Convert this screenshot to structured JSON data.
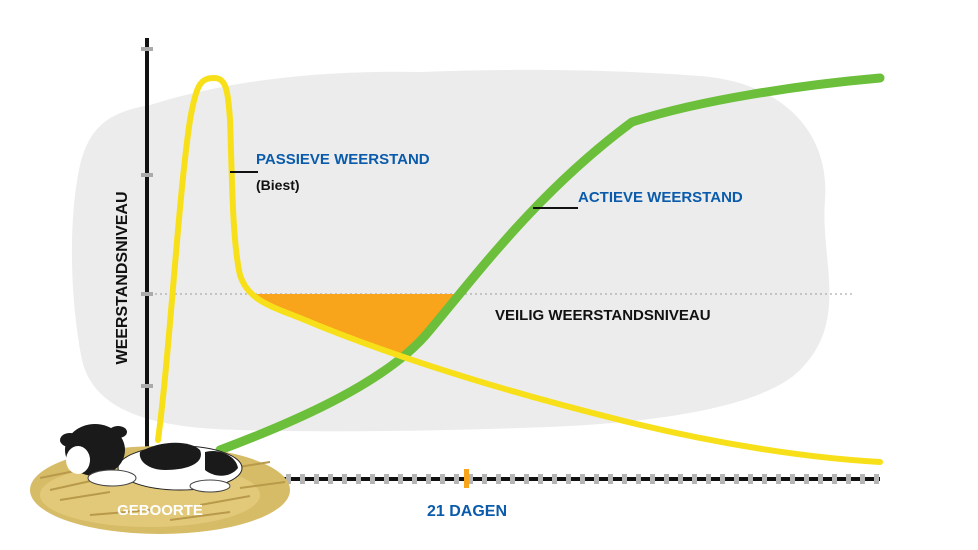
{
  "diagram": {
    "y_axis_label": "WEERSTANDSNIVEAU",
    "passive": {
      "label": "PASSIEVE WEERSTAND",
      "sublabel": "(Biest)"
    },
    "active": {
      "label": "ACTIEVE WEERSTAND"
    },
    "safe_level": {
      "label": "VEILIG WEERSTANDSNIVEAU"
    },
    "x_marker": {
      "label": "21 DAGEN"
    },
    "origin": {
      "label": "GEBOORTE"
    },
    "colors": {
      "passive": "#f7e01a",
      "active": "#6cbf3a",
      "gap": "#f9a51c",
      "background_cloud": "#ececec",
      "label_blue": "#0a5bab",
      "axis": "#111111",
      "straw": "#d7bc68"
    }
  }
}
